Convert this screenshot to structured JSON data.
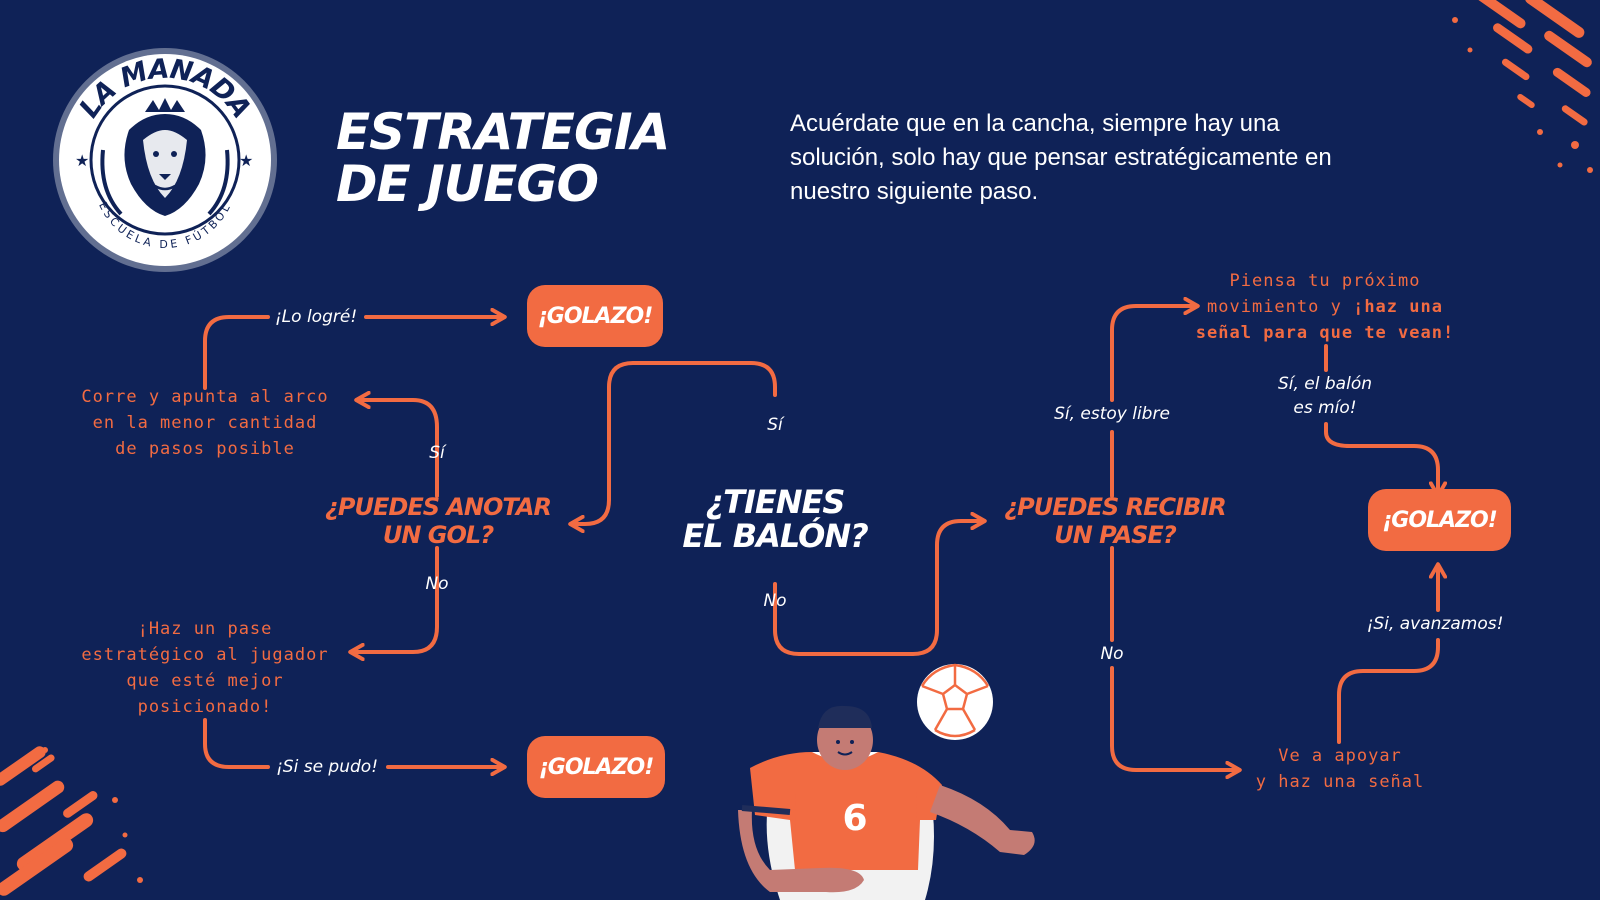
{
  "header": {
    "title_line1": "ESTRATEGIA",
    "title_line2": "DE JUEGO",
    "intro": "Acuérdate que en la cancha, siempre hay una solución, solo hay que pensar estratégicamente en nuestro siguiente paso."
  },
  "logo": {
    "name": "LA MANADA",
    "subtitle": "ESCUELA DE FÚTBOL",
    "icon": "lion-crest-icon"
  },
  "colors": {
    "background": "#0f2257",
    "accent": "#f26b42",
    "text": "#ffffff"
  },
  "flow": {
    "start_question_line1": "¿TIENES",
    "start_question_line2": "EL BALÓN?",
    "left_question_line1": "¿PUEDES ANOTAR",
    "left_question_line2": "UN GOL?",
    "right_question_line1": "¿PUEDES RECIBIR",
    "right_question_line2": "UN PASE?",
    "shoot_line1": "Corre y apunta al arco",
    "shoot_line2": "en la menor cantidad",
    "shoot_line3": "de pasos posible",
    "pass_line1": "¡Haz un pase",
    "pass_line2": "estratégico al jugador",
    "pass_line3": "que esté mejor",
    "pass_line4": "posicionado!",
    "think_line1": "Piensa tu próximo",
    "think_line2_plain": "movimiento y ",
    "think_line2_bold": "¡haz una",
    "think_line3_bold": "señal para que te vean!",
    "support_line1": "Ve a apoyar",
    "support_line2": "y haz una señal",
    "goal_top": "¡GOLAZO!",
    "goal_bottom": "¡GOLAZO!",
    "goal_right": "¡GOLAZO!",
    "label_yes_center": "Sí",
    "label_no_center": "No",
    "label_yes_left": "Sí",
    "label_no_left": "No",
    "label_lo_logre": "¡Lo logré!",
    "label_si_se_pudo": "¡Si se pudo!",
    "label_si_estoy_libre": "Sí, estoy libre",
    "label_no_right": "No",
    "label_balon_mio_line1": "Sí, el balón",
    "label_balon_mio_line2": "es mío!",
    "label_avanzamos": "¡Si, avanzamos!"
  },
  "illustration": {
    "player_icon": "soccer-player-icon",
    "jersey_number": "6",
    "ball_icon": "soccer-ball-icon"
  }
}
